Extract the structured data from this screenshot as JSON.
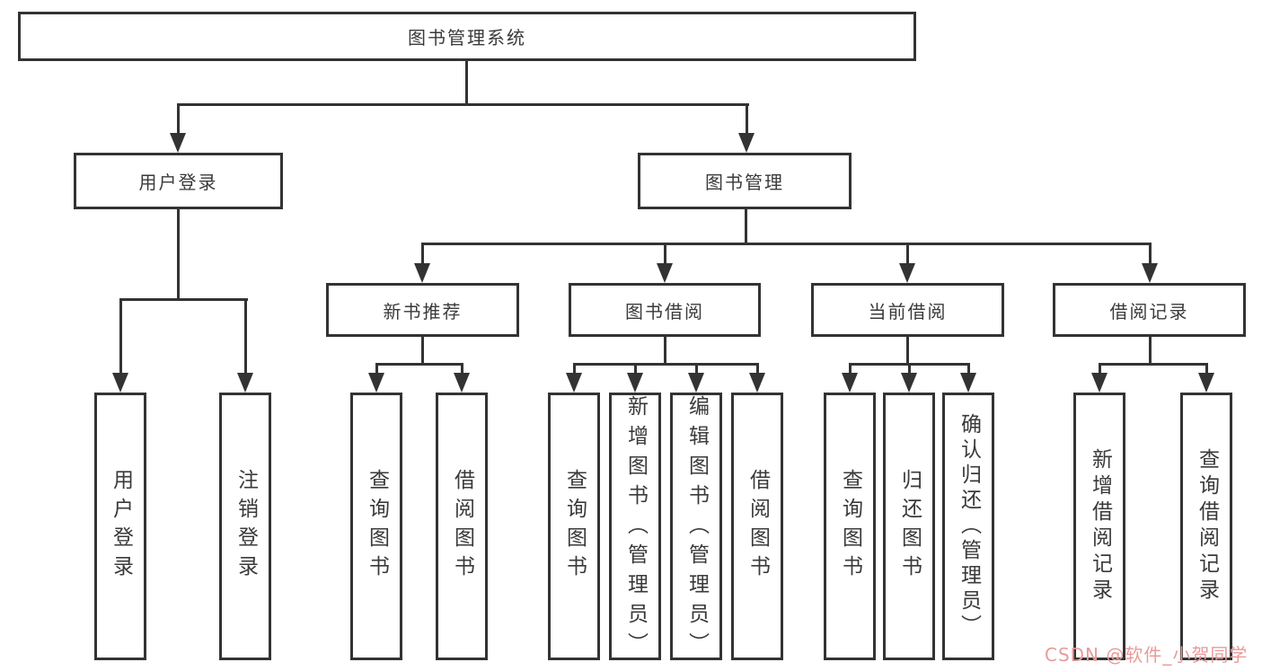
{
  "diagram": {
    "root": {
      "label": "图书管理系统"
    },
    "branches": [
      {
        "label": "用户登录",
        "children": [
          {
            "label": "用户登录"
          },
          {
            "label": "注销登录"
          }
        ]
      },
      {
        "label": "图书管理",
        "children": [
          {
            "label": "新书推荐",
            "children": [
              {
                "label": "查询图书"
              },
              {
                "label": "借阅图书"
              }
            ]
          },
          {
            "label": "图书借阅",
            "children": [
              {
                "label": "查询图书"
              },
              {
                "label": "新增图书（管理员）"
              },
              {
                "label": "编辑图书（管理员）"
              },
              {
                "label": "借阅图书"
              }
            ]
          },
          {
            "label": "当前借阅",
            "children": [
              {
                "label": "查询图书"
              },
              {
                "label": "归还图书"
              },
              {
                "label": "确认归还（管理员）"
              }
            ]
          },
          {
            "label": "借阅记录",
            "children": [
              {
                "label": "新增借阅记录"
              },
              {
                "label": "查询借阅记录"
              }
            ]
          }
        ]
      }
    ]
  },
  "watermark": {
    "text": "CSDN @软件_小贺同学"
  },
  "colors": {
    "line": "#333333",
    "text": "#3a3a3a",
    "watermark": "#e89b9b",
    "background": "#ffffff"
  }
}
